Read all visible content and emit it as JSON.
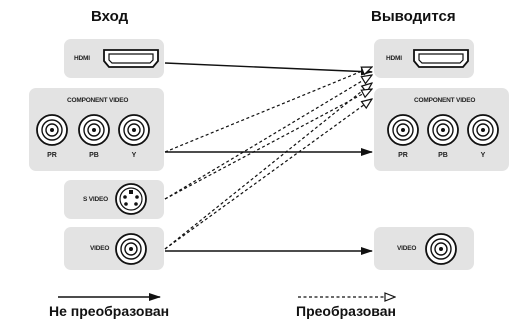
{
  "headings": {
    "input": "Вход",
    "output": "Выводится"
  },
  "inputs": {
    "hdmi": "HDMI",
    "component_title": "COMPONENT VIDEO",
    "component_ports": [
      "PR",
      "PB",
      "Y"
    ],
    "svideo": "S VIDEO",
    "video": "VIDEO"
  },
  "outputs": {
    "hdmi": "HDMI",
    "component_title": "COMPONENT VIDEO",
    "component_ports": [
      "PR",
      "PB",
      "Y"
    ],
    "video": "VIDEO"
  },
  "legend": {
    "solid": "Не преобразован",
    "dashed": "Преобразован"
  }
}
